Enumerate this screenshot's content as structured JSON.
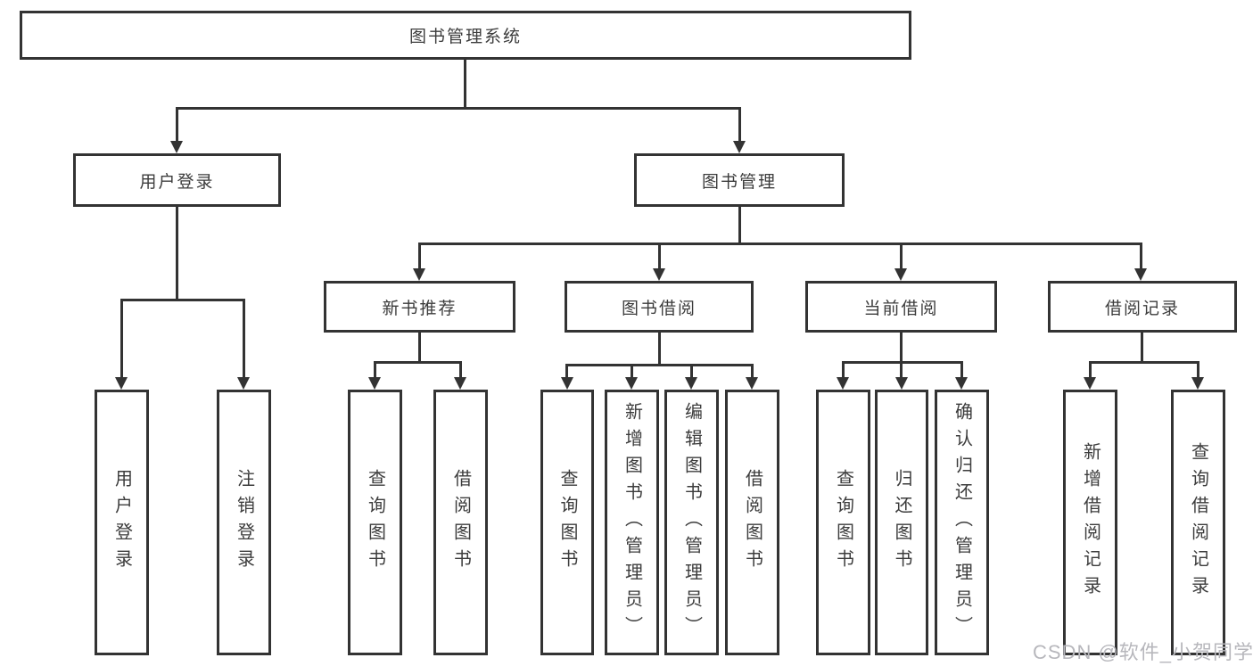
{
  "nodes": {
    "root": "图书管理系统",
    "level2": {
      "user_login": "用户登录",
      "book_management": "图书管理"
    },
    "level3": {
      "new_book_recommend": "新书推荐",
      "book_borrowing": "图书借阅",
      "current_borrowing": "当前借阅",
      "borrowing_records": "借阅记录"
    },
    "leaves": {
      "user_login": "用户登录",
      "logout": "注销登录",
      "recommend_query_books": "查询图书",
      "recommend_borrow_books": "借阅图书",
      "borrowing_query_books": "查询图书",
      "borrowing_add_books_admin": "新增图书（管理员）",
      "borrowing_edit_books_admin": "编辑图书（管理员）",
      "borrowing_borrow_books": "借阅图书",
      "current_query_books": "查询图书",
      "current_return_books": "归还图书",
      "current_confirm_return_admin": "确认归还（管理员）",
      "records_add_record": "新增借阅记录",
      "records_query_record": "查询借阅记录"
    }
  },
  "watermark": {
    "text": "CSDN @软件_小贺同学",
    "color": "#b7b7bc"
  },
  "colors": {
    "line": "#333333",
    "text": "#3c3c3c",
    "background": "#ffffff"
  }
}
